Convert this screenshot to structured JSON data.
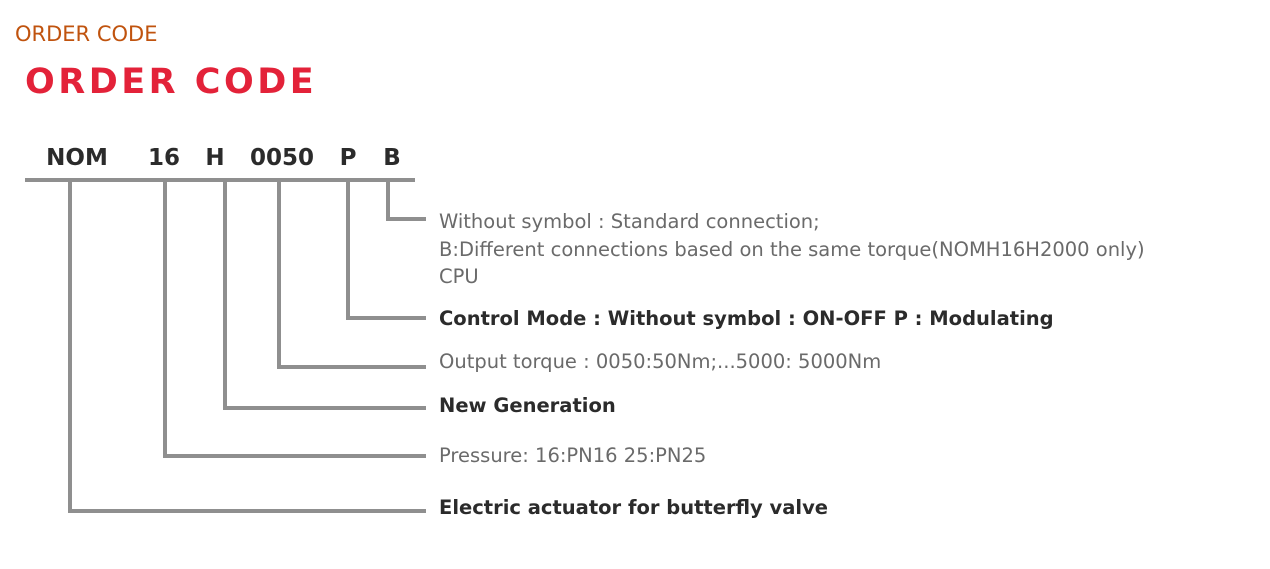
{
  "header": {
    "small_title": "ORDER CODE",
    "big_title": "ORDER CODE"
  },
  "code": {
    "parts": [
      "NOM",
      "16",
      "H",
      "0050",
      "P",
      "B"
    ]
  },
  "descriptions": {
    "connection": {
      "line1": "Without symbol : Standard connection;",
      "line2": "B:Different connections based on the same torque(NOMH16H2000 only)",
      "line3": "CPU"
    },
    "control_mode": "Control Mode : Without symbol : ON-OFF P : Modulating",
    "output_torque": "Output torque :  0050:50Nm;...5000: 5000Nm",
    "generation": "New Generation",
    "pressure": "Pressure: 16:PN16 25:PN25",
    "actuator": "Electric actuator for butterfly valve"
  },
  "colors": {
    "small_title": "#c0530e",
    "big_title": "#e32239",
    "code_text": "#2b2b2b",
    "description_regular": "#6a6a6a",
    "lines": "#8f8f8f"
  }
}
